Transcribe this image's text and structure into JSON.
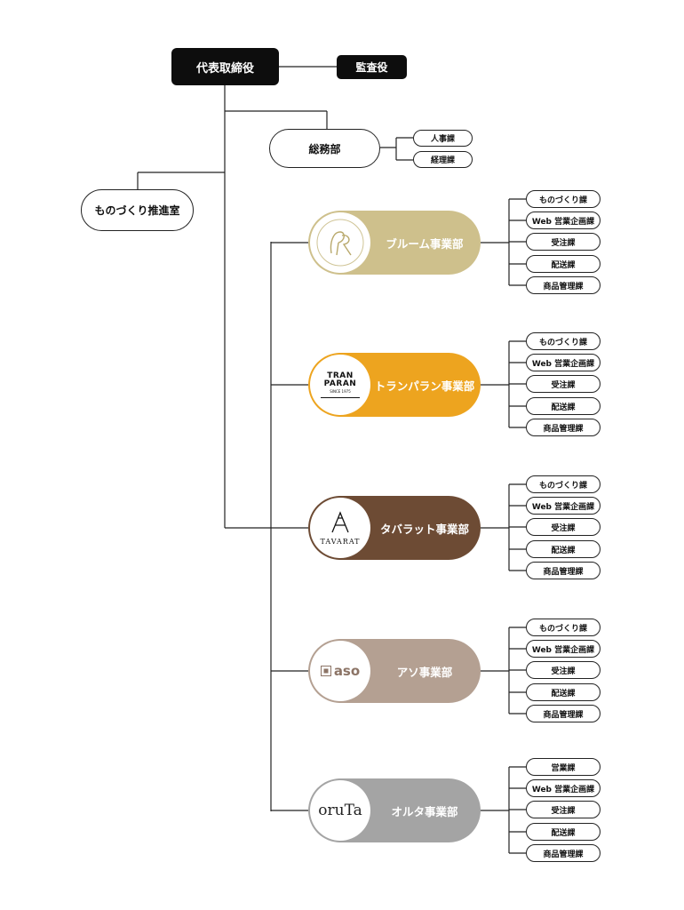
{
  "top": {
    "ceo": "代表取締役",
    "auditor": "監査役"
  },
  "general_affairs": {
    "label": "総務部",
    "sections": [
      "人事課",
      "経理課"
    ]
  },
  "monozukuri_office": "ものづくり推進室",
  "divisions": [
    {
      "label": "ブルーム事業部",
      "color": "#cec08c",
      "logo_icon": "bloom-monogram-icon",
      "sections": [
        "ものづくり課",
        "Web 営業企画課",
        "受注課",
        "配送課",
        "商品管理課"
      ]
    },
    {
      "label": "トランパラン事業部",
      "color": "#eda41f",
      "logo_icon": "tran-paran-logo-icon",
      "logo_text": "TRAN PARAN",
      "logo_subtext": "SINCE 1975",
      "sections": [
        "ものづくり課",
        "Web 営業企画課",
        "受注課",
        "配送課",
        "商品管理課"
      ]
    },
    {
      "label": "タバラット事業部",
      "color": "#6d4b34",
      "logo_icon": "tavarat-logo-icon",
      "logo_text": "TAVARAT",
      "sections": [
        "ものづくり課",
        "Web 営業企画課",
        "受注課",
        "配送課",
        "商品管理課"
      ]
    },
    {
      "label": "アソ事業部",
      "color": "#b4a092",
      "logo_icon": "aso-logo-icon",
      "logo_text": "aso",
      "sections": [
        "ものづくり課",
        "Web 営業企画課",
        "受注課",
        "配送課",
        "商品管理課"
      ]
    },
    {
      "label": "オルタ事業部",
      "color": "#a4a4a4",
      "logo_icon": "oruta-logo-icon",
      "logo_text": "oruTa",
      "sections": [
        "営業課",
        "Web 営業企画課",
        "受注課",
        "配送課",
        "商品管理課"
      ]
    }
  ]
}
